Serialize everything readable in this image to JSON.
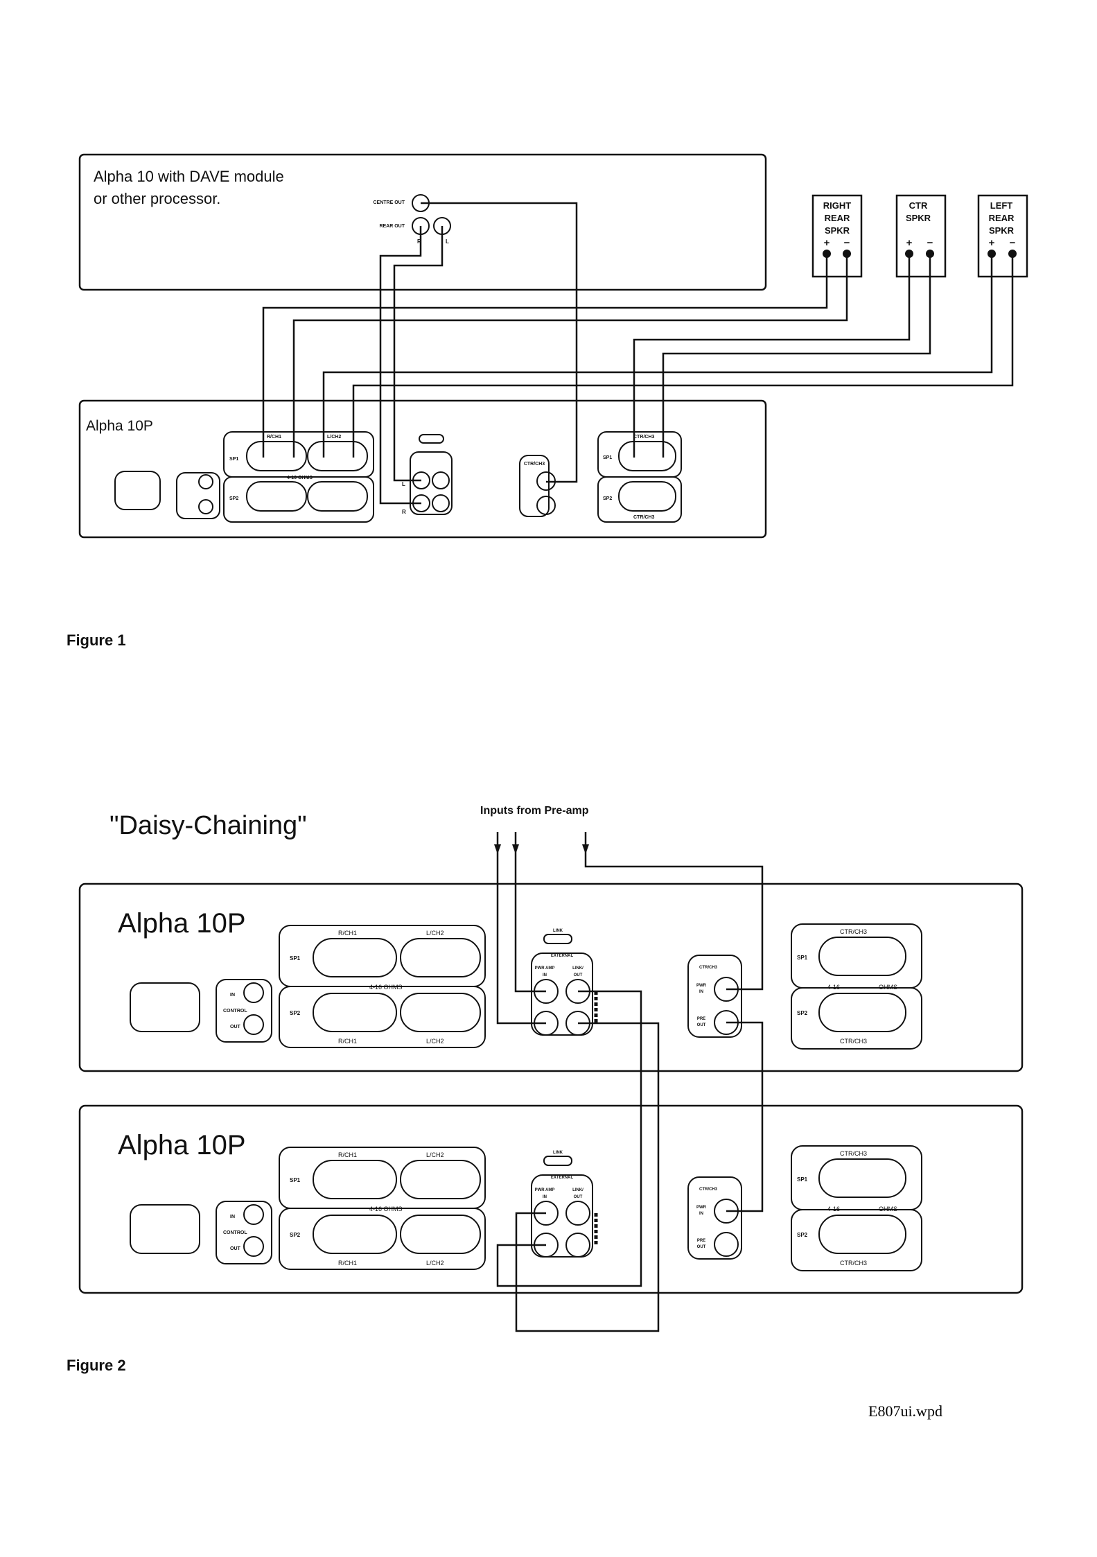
{
  "figure1": {
    "caption": "Figure 1",
    "processor": {
      "title_line1": "Alpha 10 with DAVE module",
      "title_line2": "or other processor.",
      "centre_out_label": "CENTRE OUT",
      "rear_out_label": "REAR OUT",
      "rear_r": "R",
      "rear_l": "L"
    },
    "speakers": [
      {
        "lines": [
          "RIGHT",
          "REAR",
          "SPKR"
        ],
        "plus": "+",
        "minus": "−"
      },
      {
        "lines": [
          "CTR",
          "SPKR",
          ""
        ],
        "plus": "+",
        "minus": "−"
      },
      {
        "lines": [
          "LEFT",
          "REAR",
          "SPKR"
        ],
        "plus": "+",
        "minus": "−"
      }
    ],
    "amp": {
      "title": "Alpha 10P"
    }
  },
  "figure2": {
    "caption": "Figure 2",
    "heading": "\"Daisy-Chaining\"",
    "inputs_label": "Inputs from Pre-amp",
    "amps": [
      {
        "title": "Alpha 10P"
      },
      {
        "title": "Alpha 10P"
      }
    ]
  },
  "amp_panel": {
    "control_in": "IN",
    "control_label": "CONTROL",
    "control_out": "OUT",
    "sp1": "SP1",
    "sp2": "SP2",
    "rch1": "R/CH1",
    "lch2": "L/CH2",
    "ohms_main": "4-16 OHMS",
    "link": "LINK",
    "external": "EXTERNAL",
    "pwr_amp": "PWR AMP",
    "in": "IN",
    "link_out_1": "LINK/",
    "link_out_2": "OUT",
    "in_l": "L",
    "in_r": "R",
    "ctr_ch3": "CTR/CH3",
    "pwr": "PWR",
    "pre": "PRE",
    "out": "OUT",
    "ctr_ohms_1": "4-16",
    "ctr_ohms_2": "OHMS"
  },
  "footer": {
    "filename": "E807ui.wpd"
  }
}
